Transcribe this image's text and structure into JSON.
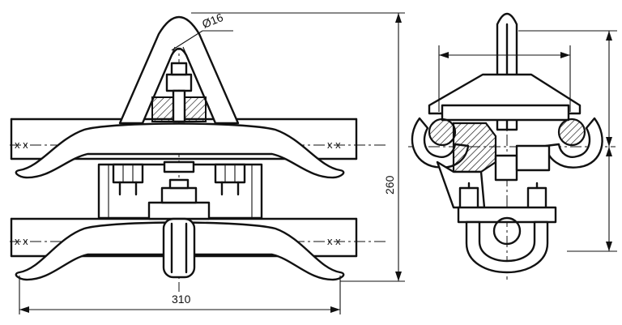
{
  "dimensions": {
    "diameter_label": "Ø16",
    "height_label": "260",
    "width_label": "310"
  },
  "marks": {
    "cross_mark": "x x"
  }
}
